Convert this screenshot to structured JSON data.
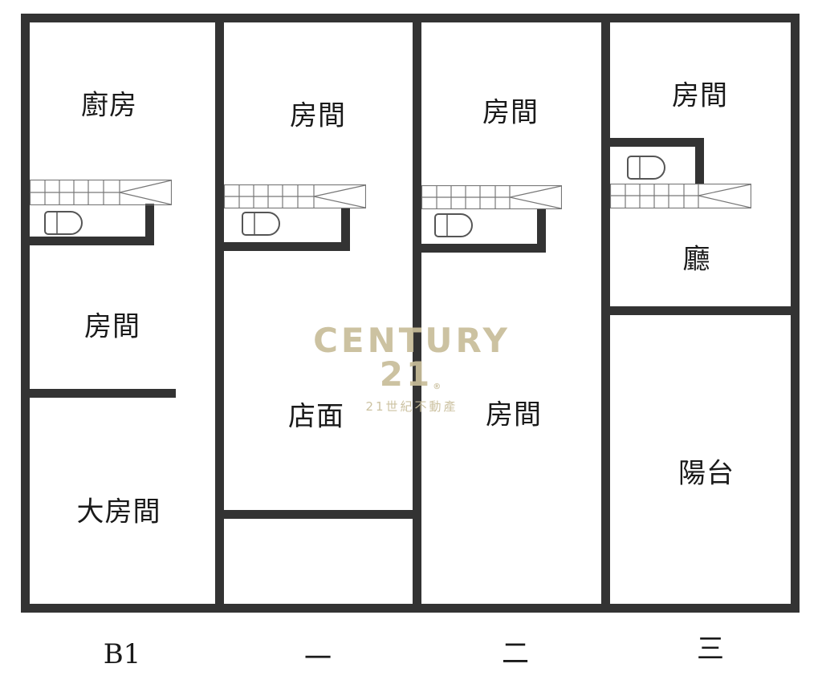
{
  "colors": {
    "wall": "#333333",
    "background": "#ffffff",
    "text": "#1a1a1a",
    "watermark": "#c8bd9a",
    "fixture_line": "#555555"
  },
  "floors": [
    {
      "id": "b1",
      "label": "B1",
      "rooms": [
        {
          "name": "kitchen",
          "label": "廚房"
        },
        {
          "name": "room",
          "label": "房間"
        },
        {
          "name": "big-room",
          "label": "大房間"
        }
      ]
    },
    {
      "id": "f1",
      "label": "一",
      "rooms": [
        {
          "name": "room",
          "label": "房間"
        },
        {
          "name": "storefront",
          "label": "店面"
        }
      ]
    },
    {
      "id": "f2",
      "label": "二",
      "rooms": [
        {
          "name": "room-top",
          "label": "房間"
        },
        {
          "name": "room-bottom",
          "label": "房間"
        }
      ]
    },
    {
      "id": "f3",
      "label": "三",
      "rooms": [
        {
          "name": "room",
          "label": "房間"
        },
        {
          "name": "hall",
          "label": "廳"
        },
        {
          "name": "balcony",
          "label": "陽台"
        }
      ]
    }
  ],
  "watermark": {
    "brand": "CENTURY 21",
    "registered_mark": "®",
    "subtitle": "21世紀不動產"
  }
}
